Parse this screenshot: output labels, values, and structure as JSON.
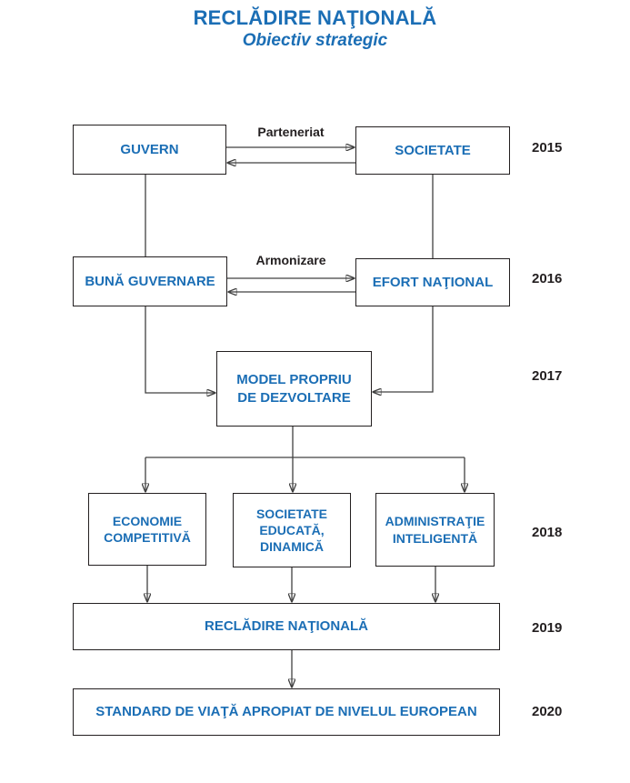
{
  "title": "RECLĂDIRE NAŢIONALĂ",
  "subtitle": "Obiectiv strategic",
  "colors": {
    "accent_blue": "#1B6EB5",
    "ink": "#231F20",
    "line": "#404040"
  },
  "diagram": {
    "nodes": {
      "guvern": {
        "label": "GUVERN"
      },
      "societate": {
        "label": "SOCIETATE"
      },
      "buna_guvernare": {
        "label": "BUNĂ GUVERNARE"
      },
      "efort_national": {
        "label": "EFORT NAŢIONAL"
      },
      "model_propriu": {
        "label": "MODEL PROPRIU DE DEZVOLTARE"
      },
      "economie_competitiva": {
        "label": "ECONOMIE COMPETITIVĂ"
      },
      "societate_educata": {
        "label": "SOCIETATE EDUCATĂ, DINAMICĂ"
      },
      "administratie_inteligenta": {
        "label": "ADMINISTRAŢIE INTELIGENTĂ"
      },
      "recladire_nationala": {
        "label": "RECLĂDIRE NAŢIONALĂ"
      },
      "standard_de_viata": {
        "label": "STANDARD DE VIAŢĂ APROPIAT DE NIVELUL EUROPEAN"
      }
    },
    "edge_labels": {
      "parteneriat": "Parteneriat",
      "armonizare": "Armonizare"
    },
    "years": [
      "2015",
      "2016",
      "2017",
      "2018",
      "2019",
      "2020"
    ]
  }
}
